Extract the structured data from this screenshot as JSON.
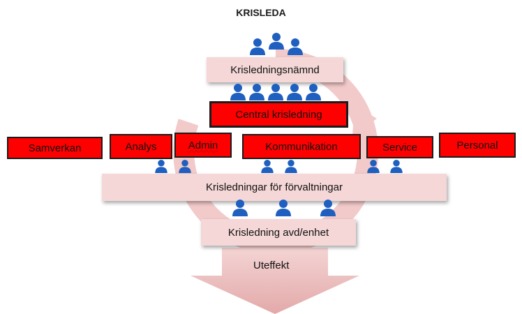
{
  "title": "KRISLEDA",
  "boxes": {
    "namnd": "Krisledningsnämnd",
    "central": "Central krisledning",
    "forvaltningar": "Krisledningar för förvaltningar",
    "avd": "Krisledning avd/enhet"
  },
  "functions": {
    "samverkan": "Samverkan",
    "analys": "Analys",
    "admin": "Admin",
    "kommunikation": "Kommunikation",
    "service": "Service",
    "personal": "Personal"
  },
  "output": "Uteffekt",
  "colors": {
    "red_box": "#ff0000",
    "pink_box": "#f5d7d7",
    "cycle_arrow": "#f2caca",
    "down_arrow": "#e9b8b8",
    "person_icon": "#1f5fbf"
  },
  "icons": [
    "person-icon"
  ]
}
